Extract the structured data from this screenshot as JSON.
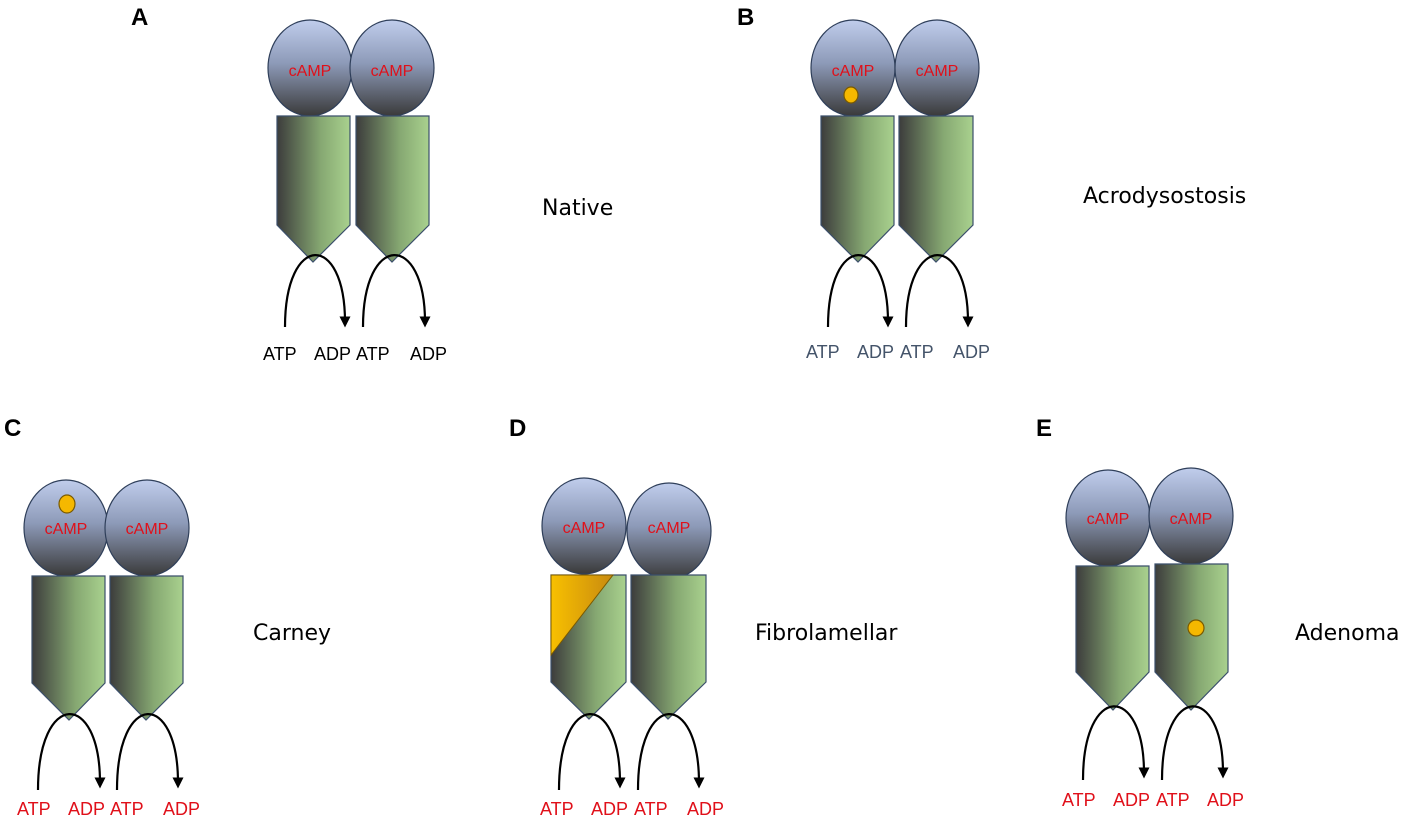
{
  "colors": {
    "circle_top": "#c0cdec",
    "circle_bottom": "#3a3a3a",
    "body_light": "#a9d18e",
    "body_dark": "#3c3c3c",
    "camp_text": "#e0101a",
    "mutation": "#f5b800",
    "nucleotide_black": "#000000",
    "nucleotide_blue": "#44546a",
    "nucleotide_red": "#e0101a"
  },
  "panels": [
    {
      "letter": "A",
      "caption": "Native",
      "nucleotide_color": "#000000",
      "subunits": [
        {
          "label": "cAMP",
          "atp": "ATP",
          "adp": "ADP"
        },
        {
          "label": "cAMP",
          "atp": "ATP",
          "adp": "ADP"
        }
      ]
    },
    {
      "letter": "B",
      "caption": "Acrodysostosis",
      "nucleotide_color": "#44546a",
      "subunits": [
        {
          "label": "cAMP",
          "atp": "ATP",
          "adp": "ADP"
        },
        {
          "label": "cAMP",
          "atp": "ATP",
          "adp": "ADP"
        }
      ]
    },
    {
      "letter": "C",
      "caption": "Carney",
      "nucleotide_color": "#e0101a",
      "subunits": [
        {
          "label": "cAMP",
          "atp": "ATP",
          "adp": "ADP"
        },
        {
          "label": "cAMP",
          "atp": "ATP",
          "adp": "ADP"
        }
      ]
    },
    {
      "letter": "D",
      "caption": "Fibrolamellar",
      "nucleotide_color": "#e0101a",
      "subunits": [
        {
          "label": "cAMP",
          "atp": "ATP",
          "adp": "ADP"
        },
        {
          "label": "cAMP",
          "atp": "ATP",
          "adp": "ADP"
        }
      ]
    },
    {
      "letter": "E",
      "caption": "Adenoma",
      "nucleotide_color": "#e0101a",
      "subunits": [
        {
          "label": "cAMP",
          "atp": "ATP",
          "adp": "ADP"
        },
        {
          "label": "cAMP",
          "atp": "ATP",
          "adp": "ADP"
        }
      ]
    }
  ]
}
